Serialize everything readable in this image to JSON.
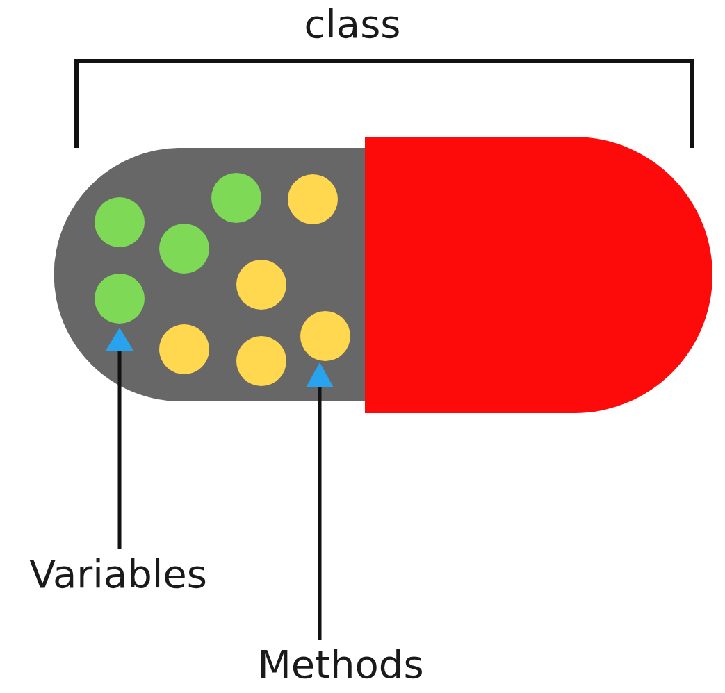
{
  "diagram": {
    "labels": [
      "class",
      "Variables",
      "Methods"
    ]
  }
}
